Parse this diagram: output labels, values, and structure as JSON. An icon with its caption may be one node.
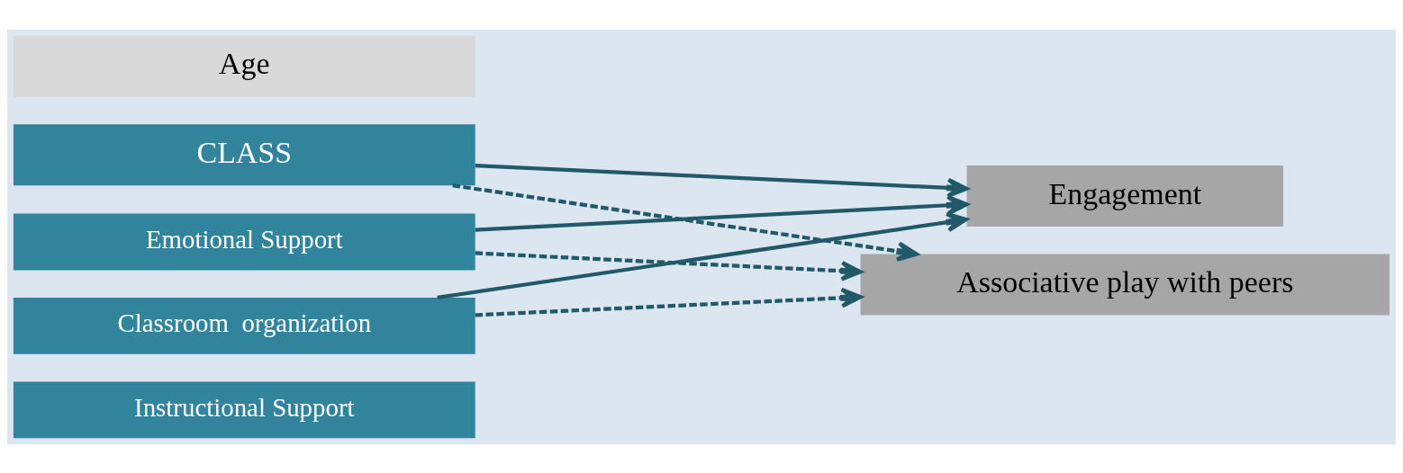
{
  "diagram": {
    "nodes": [
      {
        "text": [
          "Age"
        ]
      },
      {
        "text": [
          "CLASS"
        ]
      },
      {
        "text": [
          "Emotional Support"
        ]
      },
      {
        "text": [
          "Classroom  organization"
        ]
      },
      {
        "text": [
          "Instructional Support"
        ]
      },
      {
        "text": [
          "Engagement"
        ]
      },
      {
        "text": [
          "Associative play with peers"
        ]
      }
    ],
    "edges": [
      {
        "from": 1,
        "to": 5,
        "arrow": "to"
      },
      {
        "from": 2,
        "to": 5,
        "arrow": "to"
      },
      {
        "from": 3,
        "to": 5,
        "arrow": "to"
      },
      {
        "from": 1,
        "to": 6,
        "arrow": "to",
        "style": "dashed"
      },
      {
        "from": 2,
        "to": 6,
        "arrow": "to",
        "style": "dashed"
      },
      {
        "from": 3,
        "to": 6,
        "arrow": "to",
        "style": "dashed"
      }
    ]
  }
}
